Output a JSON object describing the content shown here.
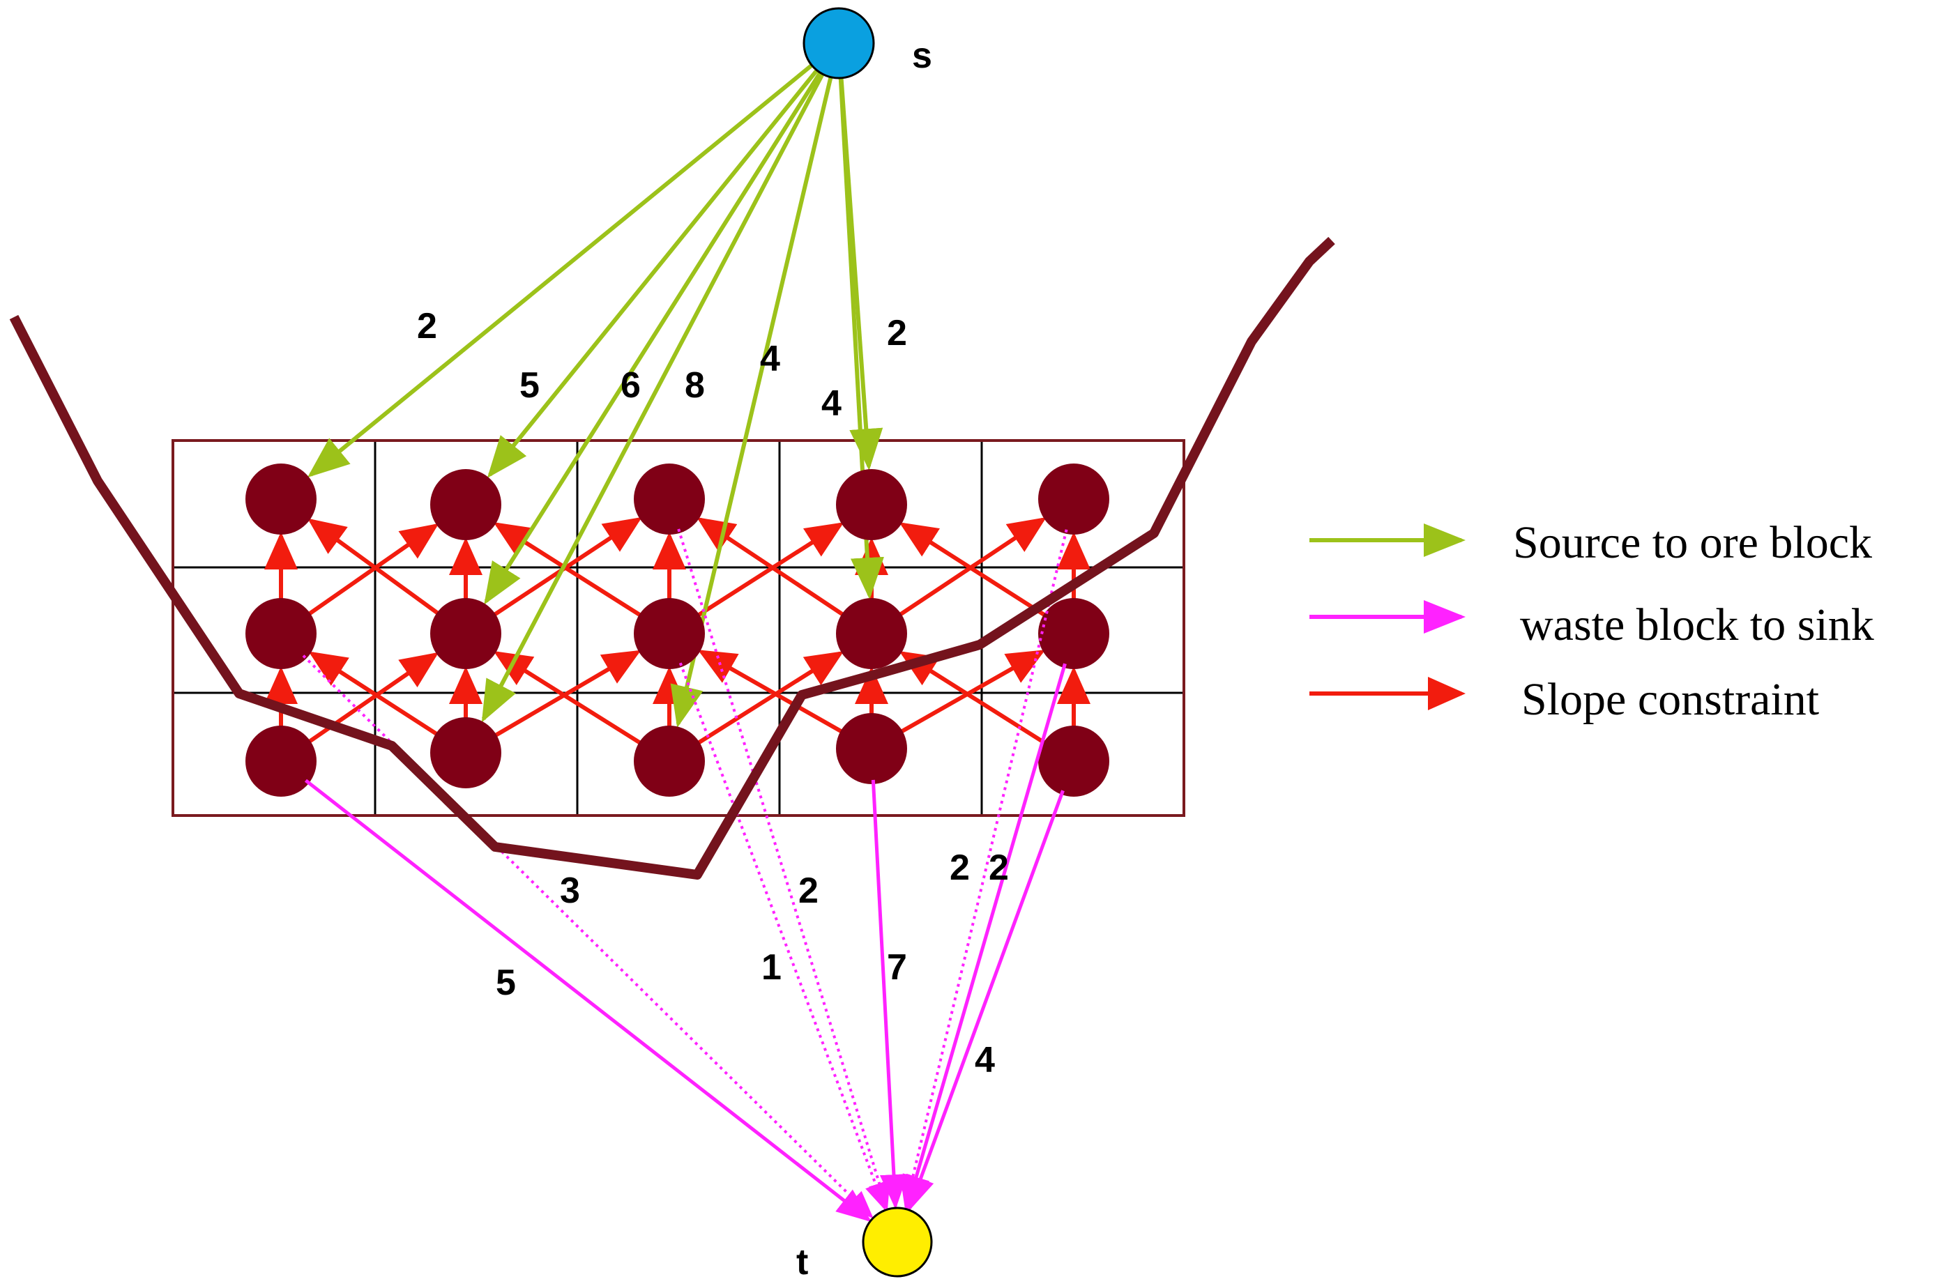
{
  "nodes": {
    "source": {
      "label": "s",
      "color": "#0aa0e0"
    },
    "sink": {
      "label": "t",
      "color": "#ffee00"
    },
    "block_color": "#800016"
  },
  "colors": {
    "source_edge": "#9cc21a",
    "sink_edge": "#ff22ff",
    "slope_edge": "#f21c0e",
    "pit_boundary": "#74131d",
    "grid_outer": "#7a1a1f",
    "grid_inner": "#000000"
  },
  "source_edge_weights": [
    "2",
    "5",
    "6",
    "8",
    "4",
    "4",
    "2"
  ],
  "sink_edge_weights": [
    "5",
    "3",
    "2",
    "1",
    "7",
    "2",
    "2",
    "4"
  ],
  "legend": [
    {
      "label": "Source to ore block",
      "color": "#9cc21a"
    },
    {
      "label": "waste block to sink",
      "color": "#ff22ff"
    },
    {
      "label": "Slope constraint",
      "color": "#f21c0e"
    }
  ]
}
